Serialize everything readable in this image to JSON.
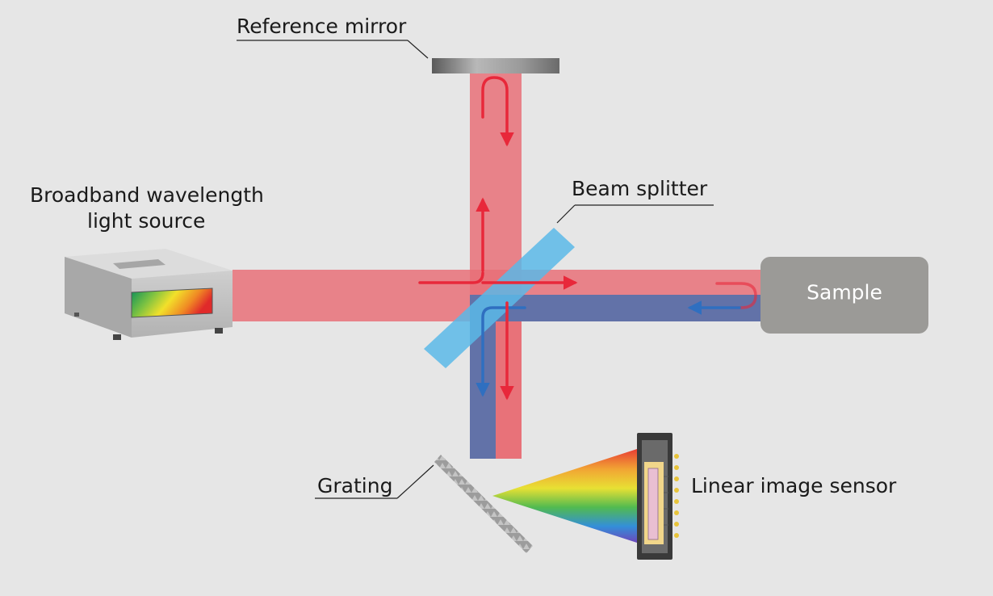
{
  "labels": {
    "reference_mirror": "Reference mirror",
    "beam_splitter": "Beam splitter",
    "light_source_line1": "Broadband wavelength",
    "light_source_line2": "light source",
    "sample": "Sample",
    "grating": "Grating",
    "sensor": "Linear image sensor"
  },
  "colors": {
    "background": "#e6e6e6",
    "red_beam": "#e87078",
    "blue_beam": "#6272a8",
    "red_arrow": "#e8283a",
    "blue_arrow": "#2f6fc0",
    "beam_splitter": "#5ab8e8",
    "sample_box": "#9b9a97"
  }
}
